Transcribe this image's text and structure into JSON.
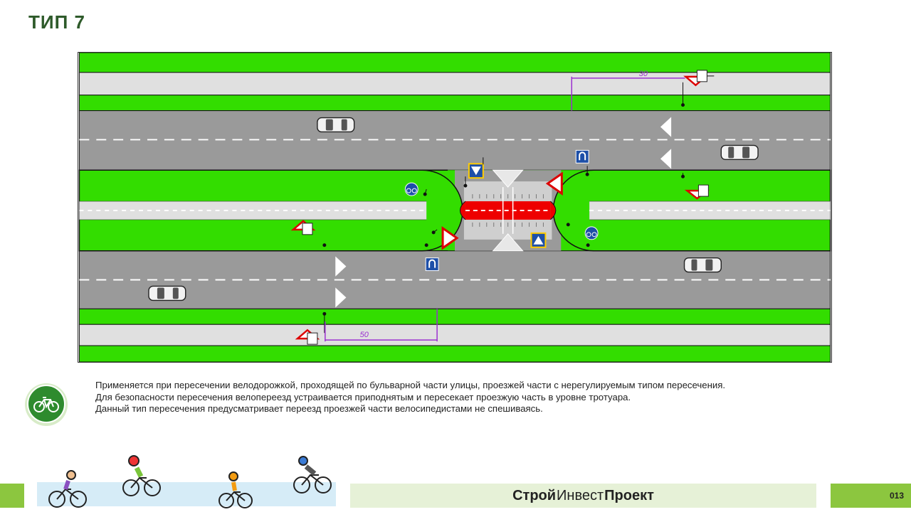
{
  "title": "ТИП 7",
  "description": {
    "line1": "Применяется при пересечении велодорожкой, проходящей по бульварной части улицы, проезжей части с нерегулируемым типом пересечения.",
    "line2": "Для безопасности пересечения велопереезд устраивается приподнятым и пересекает проезжую часть в уровне тротуара.",
    "line3": "Данный тип пересечения предусматривает переезд проезжей части велосипедистами не спешиваясь."
  },
  "diagram": {
    "dimension_top": "30",
    "dimension_bottom": "50"
  },
  "footer": {
    "brand_part1": "Строй",
    "brand_part2": "Инвест",
    "brand_part3": "Проект",
    "page_number": "013"
  },
  "colors": {
    "grass": "#33dd00",
    "road": "#9a9a9a",
    "path": "#e0e0e0",
    "crossing_red": "#ee0000",
    "accent_green": "#8cc63f",
    "dimension": "#9b30d0"
  }
}
